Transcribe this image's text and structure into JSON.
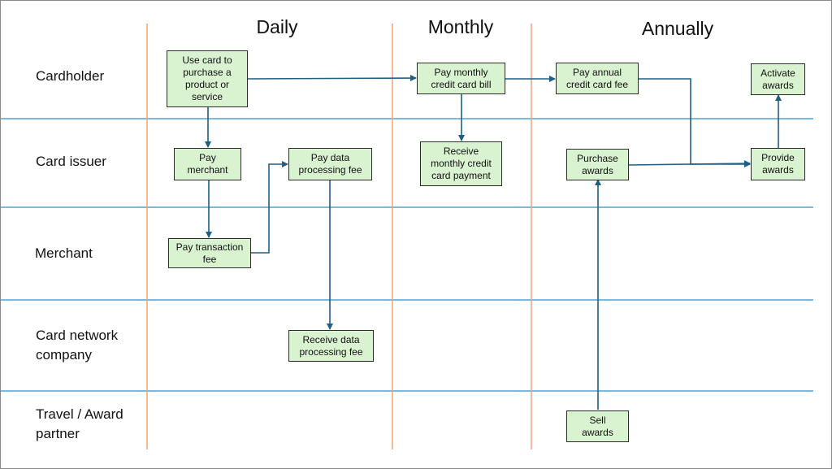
{
  "columns": [
    "Daily",
    "Monthly",
    "Annually"
  ],
  "lanes": [
    "Cardholder",
    "Card issuer",
    "Merchant",
    "Card network\ncompany",
    "Travel / Award\npartner"
  ],
  "steps": {
    "use_card": "Use card to\npurchase a\nproduct or\nservice",
    "pay_merchant": "Pay\nmerchant",
    "pay_transaction_fee": "Pay transaction\nfee",
    "pay_data_processing_fee": "Pay data\nprocessing fee",
    "receive_data_processing_fee": "Receive data\nprocessing fee",
    "pay_monthly_bill": "Pay monthly\ncredit card bill",
    "receive_monthly_payment": "Receive\nmonthly credit\ncard payment",
    "pay_annual_fee": "Pay annual\ncredit card fee",
    "activate_awards": "Activate\nawards",
    "purchase_awards": "Purchase\nawards",
    "provide_awards": "Provide\nawards",
    "sell_awards": "Sell\nawards"
  },
  "colors": {
    "lane_divider": "#4da3d4",
    "column_divider": "#f0a27a",
    "arrow": "#1f5f86",
    "box_fill": "#d9f2d0"
  }
}
